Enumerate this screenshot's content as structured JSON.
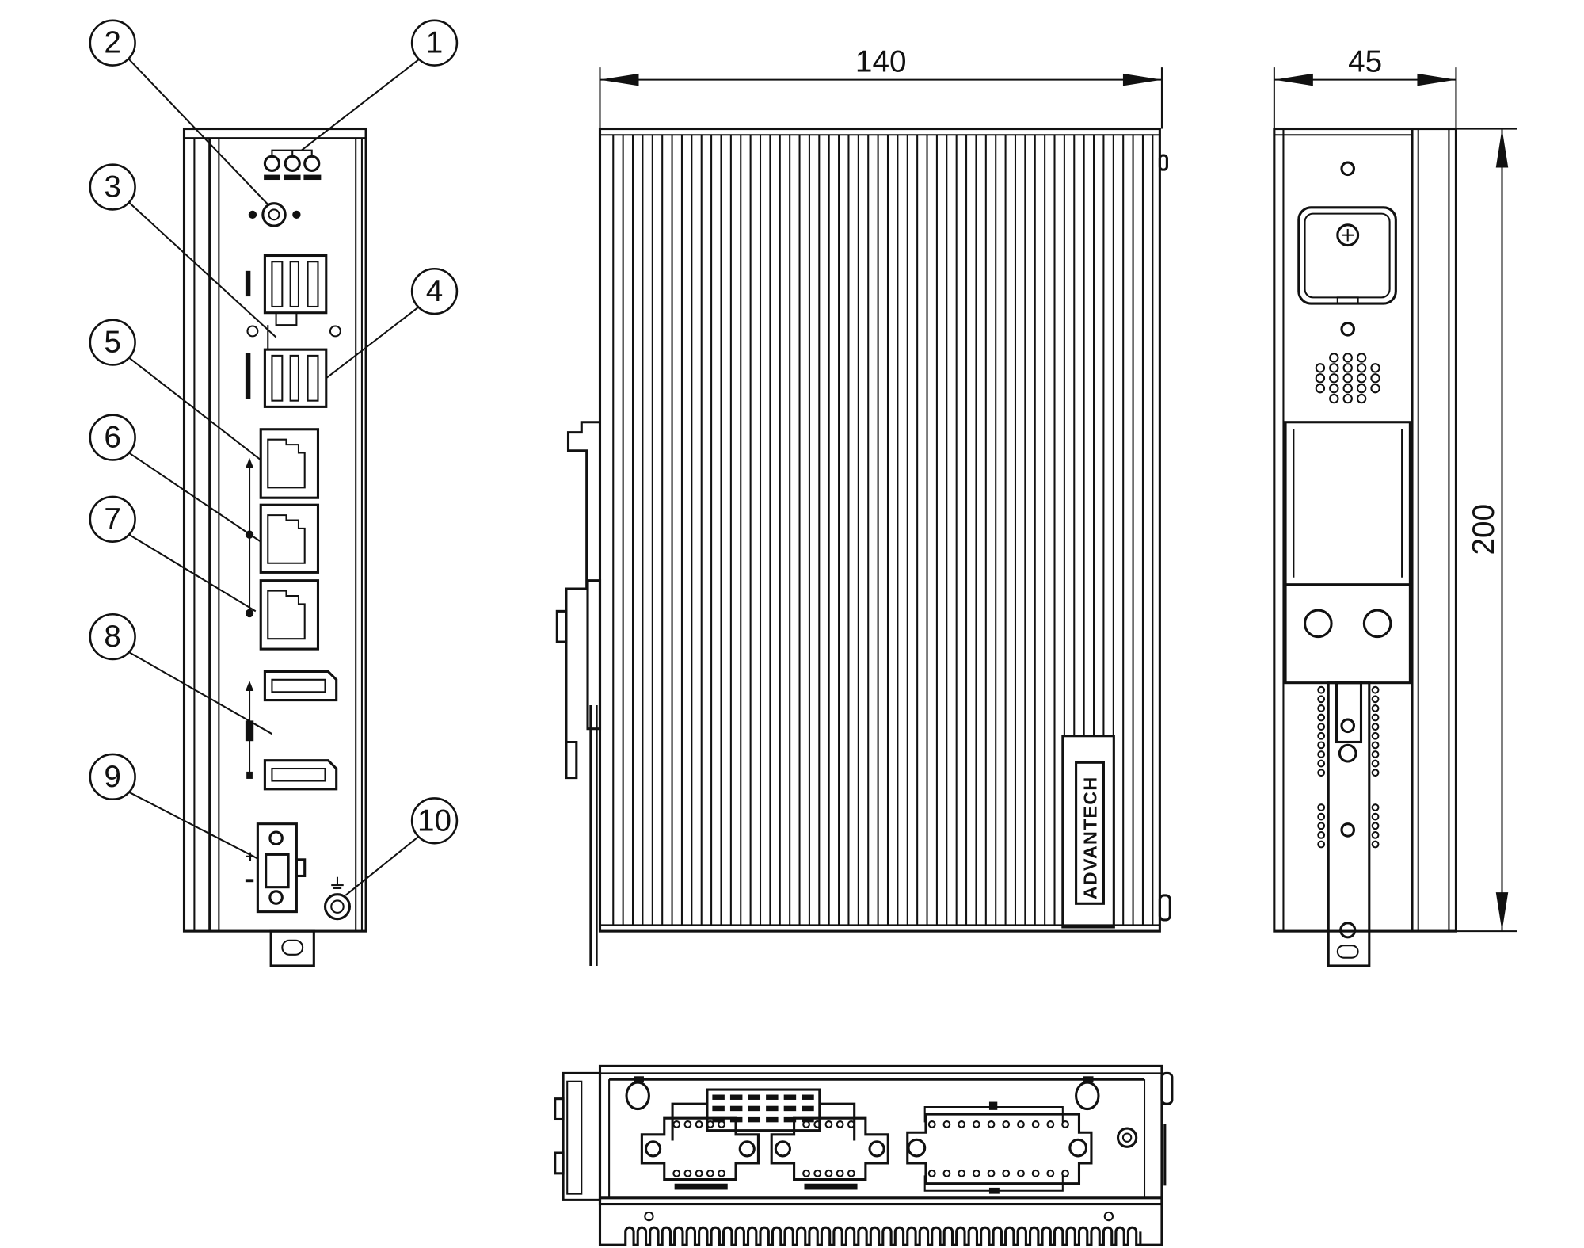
{
  "callouts": [
    {
      "label": "1"
    },
    {
      "label": "2"
    },
    {
      "label": "3"
    },
    {
      "label": "4"
    },
    {
      "label": "5"
    },
    {
      "label": "6"
    },
    {
      "label": "7"
    },
    {
      "label": "8"
    },
    {
      "label": "9"
    },
    {
      "label": "10"
    }
  ],
  "dimensions": {
    "side_width": "140",
    "rear_depth": "45",
    "height": "200"
  },
  "logo": "ADVANTECH",
  "colors": {
    "line": "#111111",
    "background": "#ffffff"
  }
}
